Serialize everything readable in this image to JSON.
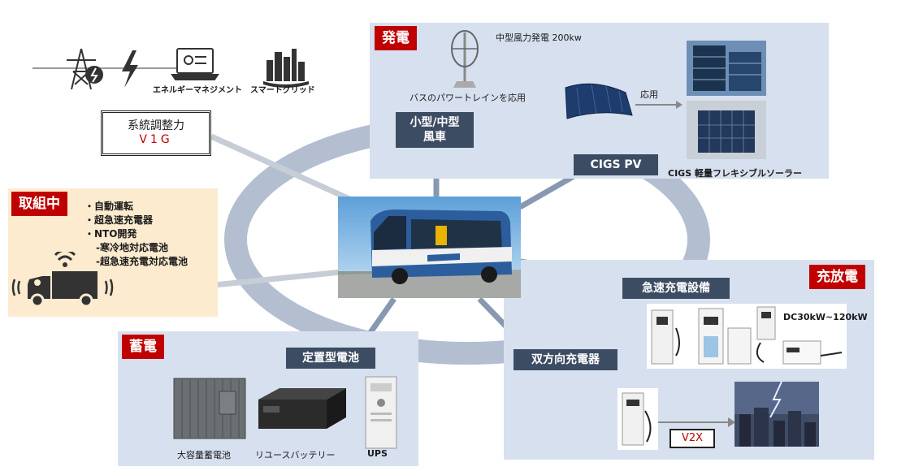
{
  "grid_icons": {
    "energy_management": "エネルギーマネジメント",
    "smart_grid": "スマートグリッド"
  },
  "v1g_box": {
    "line1": "系統調整力",
    "line2": "V1G"
  },
  "hatsuden": {
    "tag": "発電",
    "wind_caption": "中型風力発電 200kw",
    "powertrain_caption": "バスのパワートレインを応用",
    "apply_label": "応用",
    "cigs_caption": "CIGS 軽量フレキシブルソーラー"
  },
  "hub_labels": {
    "wind": "小型/中型\n風車",
    "cigs": "CIGS PV",
    "rapid_charger": "急速充電設備",
    "bidirectional": "双方向充電器",
    "stationary_battery": "定置型電池"
  },
  "torikumi": {
    "tag": "取組中",
    "items": [
      "・自動運転",
      "・超急速充電器",
      "・NTO開発",
      "-寒冷地対応電池",
      "-超急速充電対応電池"
    ]
  },
  "juhoden": {
    "tag": "充放電",
    "dc_caption": "DC30kW~120kW",
    "v2x_label": "V2X"
  },
  "chikuden": {
    "tag": "蓄電",
    "large_battery": "大容量蓄電池",
    "reuse_battery": "リユースバッテリー",
    "ups": "UPS"
  },
  "colors": {
    "accent_red": "#c00000",
    "panel_bg": "#d7e0ef",
    "label_bg": "#3c4c63",
    "ring": "#a9b6c9"
  }
}
